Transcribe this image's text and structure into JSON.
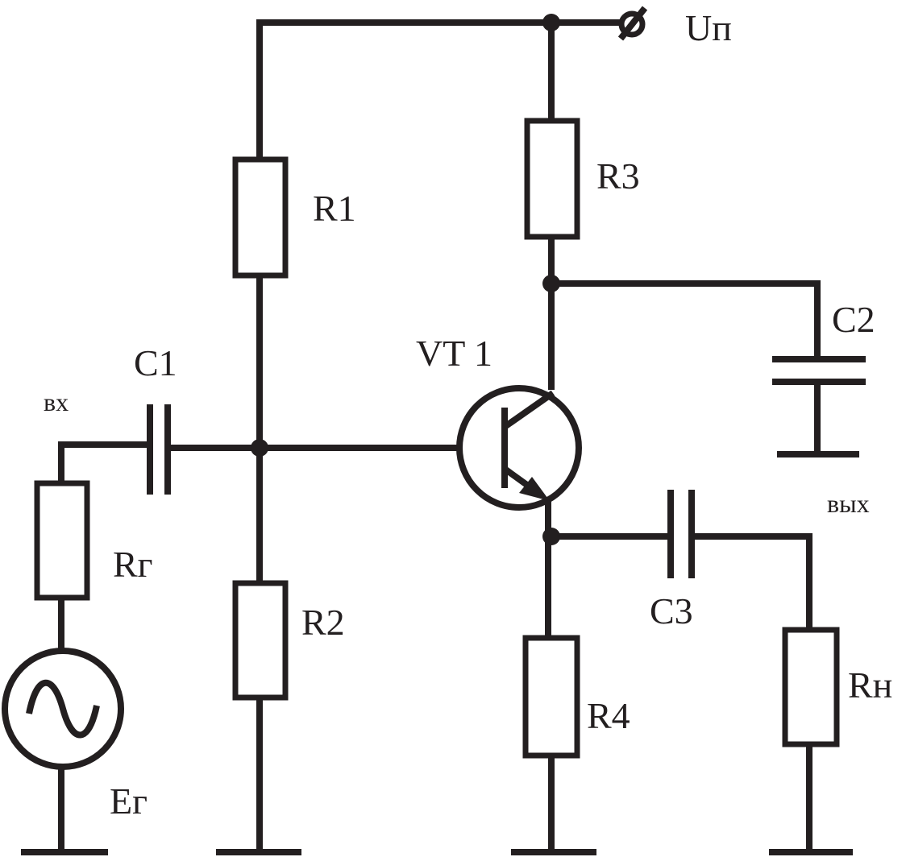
{
  "diagram": {
    "labels": {
      "supply": "Uп",
      "r1": "R1",
      "r2": "R2",
      "r3": "R3",
      "r4": "R4",
      "rg": "Rг",
      "rn": "Rн",
      "c1": "C1",
      "c2": "C2",
      "c3": "C3",
      "transistor": "VT 1",
      "input": "вх",
      "output": "вых",
      "source": "Eг"
    }
  }
}
